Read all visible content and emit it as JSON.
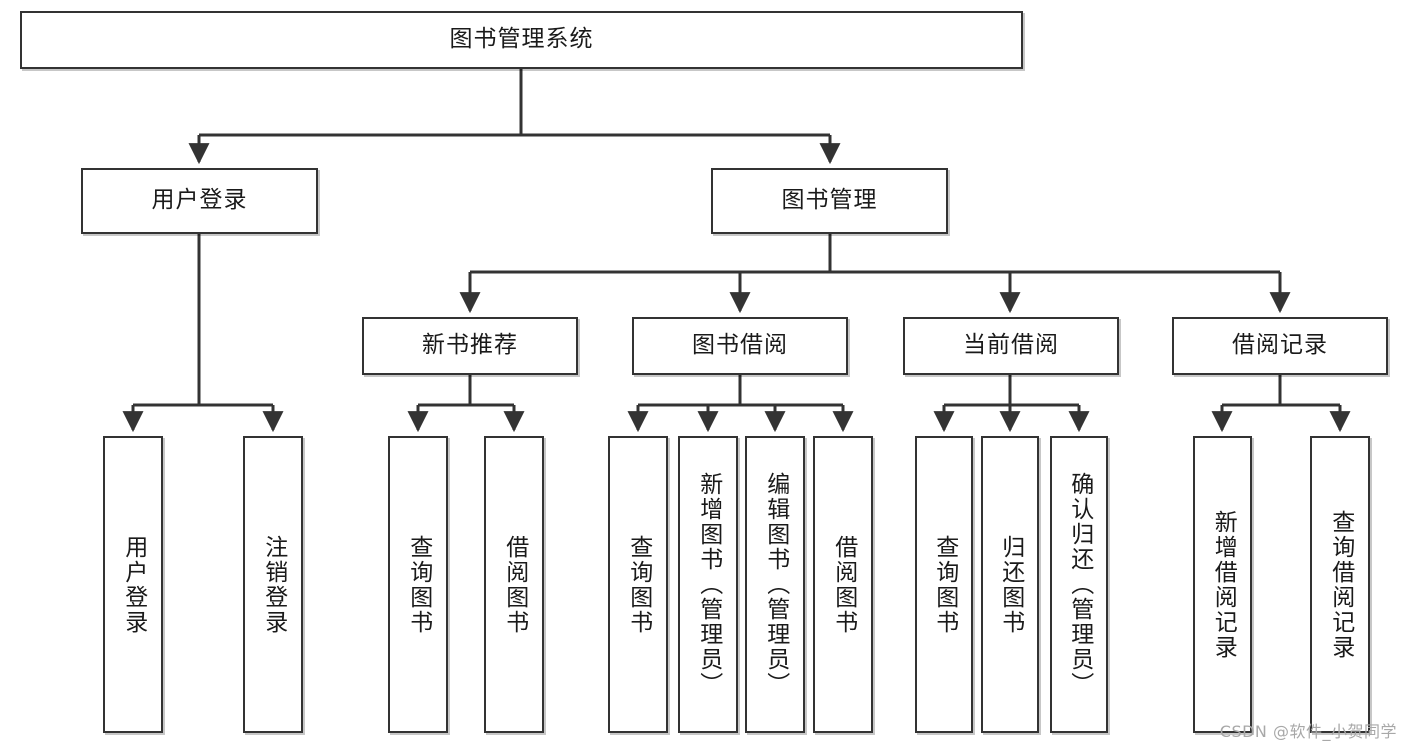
{
  "diagram": {
    "title": "图书管理系统",
    "type": "hierarchy-tree",
    "orientation": "top-down",
    "colors": {
      "box_border": "#333333",
      "box_fill": "#ffffff",
      "edge": "#333333",
      "text": "#1a1a1a",
      "watermark": "#a8a8a8",
      "background": "#ffffff"
    },
    "root": {
      "id": "root",
      "label": "图书管理系统"
    },
    "level2": [
      {
        "id": "user-login",
        "label": "用户登录"
      },
      {
        "id": "book-manage",
        "label": "图书管理"
      }
    ],
    "level3": [
      {
        "id": "new-book-rec",
        "label": "新书推荐",
        "parent": "book-manage"
      },
      {
        "id": "book-borrow",
        "label": "图书借阅",
        "parent": "book-manage"
      },
      {
        "id": "current-borrow",
        "label": "当前借阅",
        "parent": "book-manage"
      },
      {
        "id": "borrow-record",
        "label": "借阅记录",
        "parent": "book-manage"
      }
    ],
    "leaves": [
      {
        "id": "leaf-user-login",
        "label": "用户登录",
        "parent": "user-login"
      },
      {
        "id": "leaf-user-logout",
        "label": "注销登录",
        "parent": "user-login"
      },
      {
        "id": "leaf-query-book-1",
        "label": "查询图书",
        "parent": "new-book-rec"
      },
      {
        "id": "leaf-borrow-book-1",
        "label": "借阅图书",
        "parent": "new-book-rec"
      },
      {
        "id": "leaf-query-book-2",
        "label": "查询图书",
        "parent": "book-borrow"
      },
      {
        "id": "leaf-add-book",
        "label": "新增图书（管理员）",
        "parent": "book-borrow"
      },
      {
        "id": "leaf-edit-book",
        "label": "编辑图书（管理员）",
        "parent": "book-borrow"
      },
      {
        "id": "leaf-borrow-book-2",
        "label": "借阅图书",
        "parent": "book-borrow"
      },
      {
        "id": "leaf-query-book-3",
        "label": "查询图书",
        "parent": "current-borrow"
      },
      {
        "id": "leaf-return-book",
        "label": "归还图书",
        "parent": "current-borrow"
      },
      {
        "id": "leaf-confirm-return",
        "label": "确认归还（管理员）",
        "parent": "current-borrow"
      },
      {
        "id": "leaf-add-record",
        "label": "新增借阅记录",
        "parent": "borrow-record"
      },
      {
        "id": "leaf-query-record",
        "label": "查询借阅记录",
        "parent": "borrow-record"
      }
    ]
  },
  "watermark": {
    "text": "CSDN @软件_小贺同学"
  }
}
